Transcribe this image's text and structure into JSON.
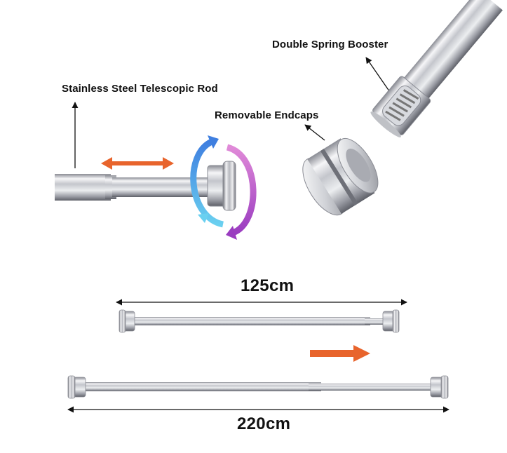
{
  "callouts": {
    "rod": "Stainless Steel Telescopic Rod",
    "booster": "Double Spring Booster",
    "endcaps": "Removable Endcaps"
  },
  "lengths": {
    "short": "125cm",
    "long": "220cm"
  },
  "icons": {
    "rod_extend": "double-arrow-icon",
    "cap_rotate": "rotate-arrows-icon",
    "extend_direction": "arrow-right-icon"
  },
  "colors": {
    "accent_orange": "#e8642c",
    "rotate_blue": "#4aa3e0",
    "rotate_purple": "#b052c8",
    "chrome_light": "#f4f4f6",
    "chrome_dark": "#6e7078",
    "ink": "#111111"
  }
}
